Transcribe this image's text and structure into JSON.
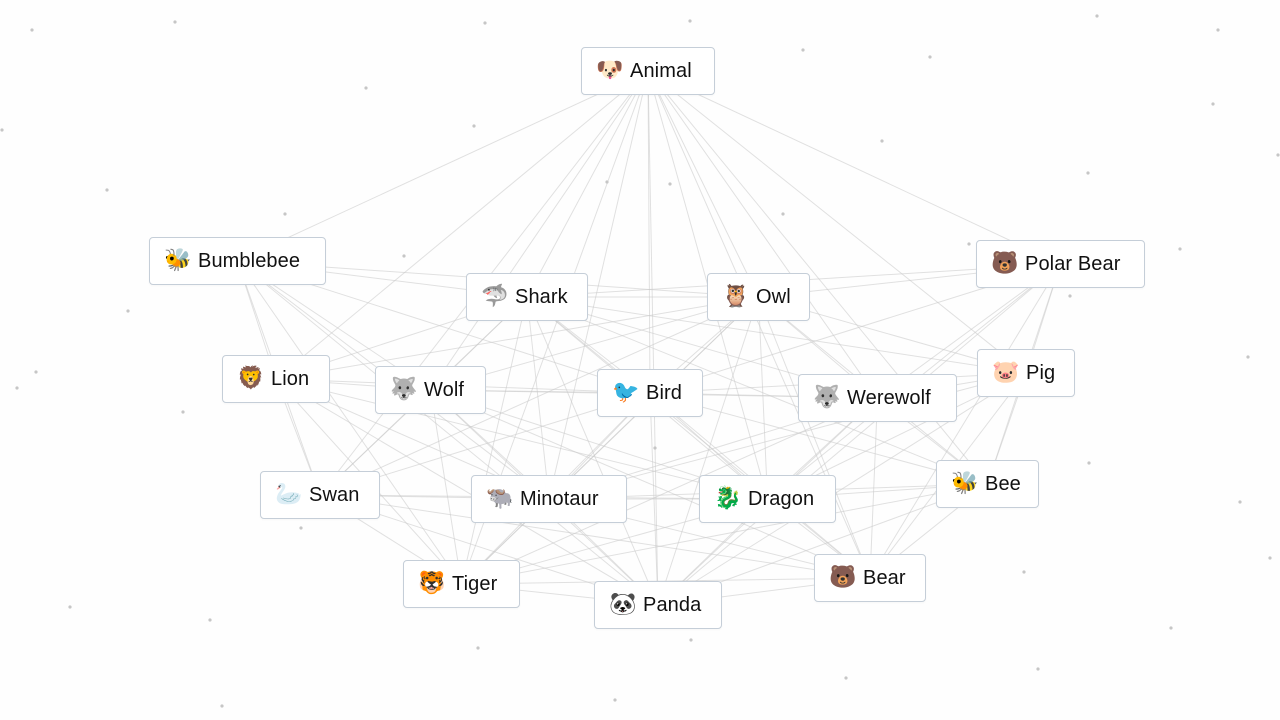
{
  "elements": [
    {
      "id": "animal",
      "label": "Animal",
      "icon": "dog-face-icon",
      "glyph": "🐶"
    },
    {
      "id": "bumblebee",
      "label": "Bumblebee",
      "icon": "bee-icon",
      "glyph": "🐝"
    },
    {
      "id": "shark",
      "label": "Shark",
      "icon": "shark-icon",
      "glyph": "🦈"
    },
    {
      "id": "owl",
      "label": "Owl",
      "icon": "owl-icon",
      "glyph": "🦉"
    },
    {
      "id": "polar-bear",
      "label": "Polar Bear",
      "icon": "bear-face-icon",
      "glyph": "🐻"
    },
    {
      "id": "lion",
      "label": "Lion",
      "icon": "lion-face-icon",
      "glyph": "🦁"
    },
    {
      "id": "wolf",
      "label": "Wolf",
      "icon": "wolf-face-icon",
      "glyph": "🐺"
    },
    {
      "id": "bird",
      "label": "Bird",
      "icon": "cardinal-bird-icon",
      "glyph": "🐦"
    },
    {
      "id": "werewolf",
      "label": "Werewolf",
      "icon": "wolf-face-icon",
      "glyph": "🐺"
    },
    {
      "id": "pig",
      "label": "Pig",
      "icon": "pig-face-icon",
      "glyph": "🐷"
    },
    {
      "id": "swan",
      "label": "Swan",
      "icon": "swan-icon",
      "glyph": "🦢"
    },
    {
      "id": "minotaur",
      "label": "Minotaur",
      "icon": "bison-icon",
      "glyph": "🐃"
    },
    {
      "id": "dragon",
      "label": "Dragon",
      "icon": "dragon-icon",
      "glyph": "🐉"
    },
    {
      "id": "bee",
      "label": "Bee",
      "icon": "bee-icon",
      "glyph": "🐝"
    },
    {
      "id": "tiger",
      "label": "Tiger",
      "icon": "tiger-face-icon",
      "glyph": "🐯"
    },
    {
      "id": "bear",
      "label": "Bear",
      "icon": "bear-face-icon",
      "glyph": "🐻"
    },
    {
      "id": "panda",
      "label": "Panda",
      "icon": "panda-face-icon",
      "glyph": "🐼"
    }
  ]
}
